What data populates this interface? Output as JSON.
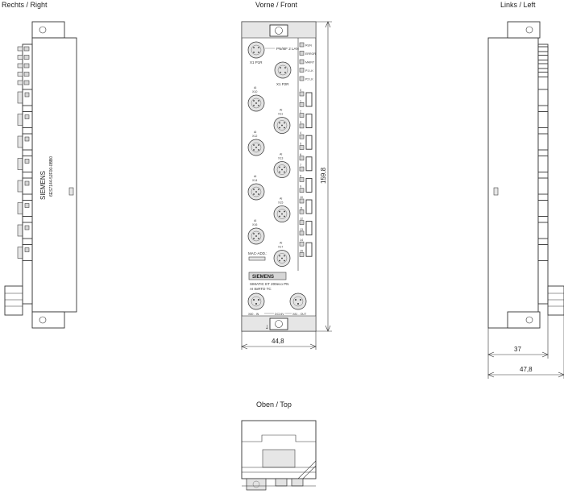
{
  "views": {
    "right": "Rechts / Right",
    "front": "Vorne / Front",
    "left": "Links / Left",
    "top": "Oben / Top"
  },
  "dimensions": {
    "front_height": "159,8",
    "front_width": "44,8",
    "left_depth_1": "37",
    "left_depth_2": "47,8"
  },
  "side_text": {
    "brand": "SIEMENS",
    "order_number": "6ES7144-5JF00-0BB0"
  },
  "front": {
    "port1": "X1 P1R",
    "port_label": "PN/MF 2 LAN",
    "port2": "X1 P2R",
    "connectors": [
      {
        "id": "X10",
        "ch": "AI"
      },
      {
        "id": "X11",
        "ch": "AI"
      },
      {
        "id": "X12",
        "ch": "AI"
      },
      {
        "id": "X13",
        "ch": "AI"
      },
      {
        "id": "X14",
        "ch": "AI"
      },
      {
        "id": "X15",
        "ch": "AI"
      },
      {
        "id": "X16",
        "ch": "AI"
      },
      {
        "id": "X17",
        "ch": "AI"
      }
    ],
    "leds_top": [
      "RUN",
      "ERROR",
      "MAINT",
      "P1 LK",
      "P2 LK"
    ],
    "led_channels": [
      "0",
      "1",
      "2",
      "3",
      "4",
      "5",
      "6",
      "7",
      "8",
      "9",
      "10",
      "11",
      "12",
      "13",
      "14",
      "15"
    ],
    "mac": "MAC-ADD.:",
    "brand": "SIEMENS",
    "product_line1": "SIMATIC ET 200eco PN",
    "product_line2": "AI 8xRTD TC",
    "power_in": "X80 - IN",
    "power_label": "DC24V",
    "power_out": "X81 - OUT"
  }
}
